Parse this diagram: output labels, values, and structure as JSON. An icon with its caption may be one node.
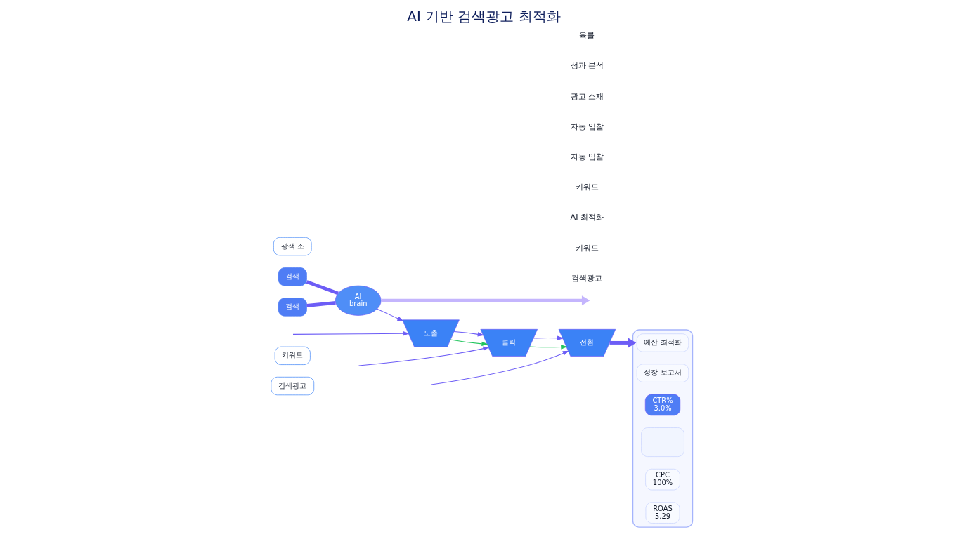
{
  "diagram": {
    "title": "AI 기반 검색광고 최적화",
    "nodes": [
      {
        "text": [
          "검색광고"
        ]
      },
      {
        "text": [
          "키워드"
        ]
      },
      {
        "text": [
          "검색"
        ]
      },
      {
        "text": [
          "광색 소"
        ]
      },
      {
        "text": [
          "검색"
        ]
      },
      {
        "text": [
          "AI",
          "brain"
        ]
      },
      {
        "text": [
          "노출"
        ]
      },
      {
        "text": [
          "클릭"
        ]
      },
      {
        "text": [
          "전환"
        ]
      },
      {
        "text": [],
        "shape": "box"
      },
      {
        "text": [
          "예산 최적화"
        ],
        "in": 9
      },
      {
        "text": [
          "성장 보고서"
        ],
        "in": 9
      },
      {
        "text": [
          "CTR%",
          "3.0%"
        ],
        "in": 9
      },
      {
        "text": [],
        "shape": "box",
        "in": 9
      },
      {
        "text": [
          "CPC",
          "100%"
        ],
        "in": 9
      },
      {
        "text": [
          "ROAS",
          "5.29"
        ],
        "in": 9
      }
    ],
    "edges": [
      {
        "from": 2,
        "to": 5,
        "arrow": "none",
        "style": "thick"
      },
      {
        "from": 4,
        "to": 5,
        "arrow": "none",
        "style": "thick"
      },
      {
        "from": 5,
        "to": 6,
        "arrow": "to"
      },
      {
        "from": 6,
        "to": 7,
        "arrow": "to",
        "color": "#22c55e"
      },
      {
        "from": 7,
        "to": 8,
        "arrow": "to",
        "color": "#22c55e"
      },
      {
        "from": 6,
        "to": 7,
        "arrow": "to"
      },
      {
        "from": 7,
        "to": 8,
        "arrow": "to"
      },
      {
        "from": null,
        "to": 6,
        "arrow": "to"
      },
      {
        "from": null,
        "to": 7,
        "arrow": "to"
      },
      {
        "from": null,
        "to": 8,
        "arrow": "to"
      },
      {
        "from": 8,
        "to": 9,
        "arrow": "to",
        "style": "thick"
      },
      {
        "from": 5,
        "to": null,
        "arrow": "to",
        "style": "thick",
        "color": "#c4b5fd"
      }
    ],
    "labels": [
      "검색광고",
      "키워드",
      "AI 최적화",
      "키워드",
      "자동 입찰",
      "자동 입찰",
      "광고 소재",
      "성과 분석",
      "육률"
    ]
  }
}
